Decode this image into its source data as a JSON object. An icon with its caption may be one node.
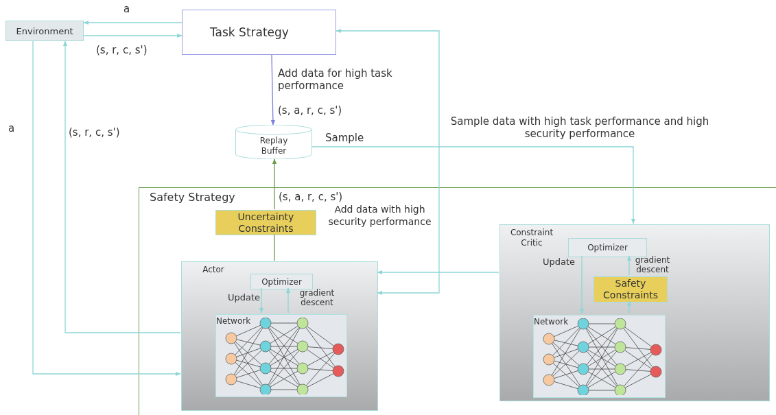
{
  "diagram": {
    "nodes": [
      {
        "text": [
          "Environment"
        ]
      },
      {
        "text": [
          "Task Strategy"
        ]
      },
      {
        "text": [
          "Replay Buffer"
        ]
      },
      {
        "text": [
          "Safety Strategy"
        ]
      },
      {
        "text": [
          "Uncertainty Constraints"
        ],
        "in": 3
      },
      {
        "text": [
          "Actor"
        ],
        "in": 3
      },
      {
        "text": [
          "Optimizer"
        ],
        "in": 5
      },
      {
        "text": [
          "Network"
        ],
        "in": 5
      },
      {
        "text": [
          "Constraint Critic"
        ],
        "in": 3
      },
      {
        "text": [
          "Optimizer"
        ],
        "in": 8
      },
      {
        "text": [
          "Safety Constraints"
        ],
        "in": 8
      },
      {
        "text": [
          "Network"
        ],
        "in": 8
      }
    ],
    "edges": [
      {
        "from": 1,
        "to": 0,
        "arrow": "to",
        "label": "a"
      },
      {
        "from": 0,
        "to": 1,
        "arrow": "to",
        "label": "(s, r, c, s')"
      },
      {
        "from": 1,
        "to": 2,
        "arrow": "to",
        "label": "Add data for high task performance",
        "color": "#7b7fdd"
      },
      {
        "from": 0,
        "to": 5,
        "arrow": "to",
        "label": "a"
      },
      {
        "from": 5,
        "to": 0,
        "arrow": "to",
        "label": "(s, r, c, s')"
      },
      {
        "from": 5,
        "to": 4,
        "arrow": "none",
        "color": "#6a9a4a"
      },
      {
        "from": 4,
        "to": 2,
        "arrow": "to",
        "label": "(s, a, r, c, s')",
        "color": "#6a9a4a"
      },
      {
        "from": 2,
        "to": 8,
        "arrow": "to",
        "label": "Sample"
      },
      {
        "from": 8,
        "to": 5,
        "arrow": "to"
      },
      {
        "from": 1,
        "to": 5,
        "arrow": "both"
      },
      {
        "from": 6,
        "to": 7,
        "arrow": "to",
        "label": "Update"
      },
      {
        "from": 7,
        "to": 6,
        "arrow": "to",
        "label": "gradient descent"
      },
      {
        "from": 9,
        "to": 11,
        "arrow": "to",
        "label": "Update"
      },
      {
        "from": 10,
        "to": 9,
        "arrow": "to",
        "label": "gradient descent"
      },
      {
        "from": 11,
        "to": 10,
        "arrow": "to"
      }
    ],
    "labels": [
      "(s, a, r, c, s')",
      "Sample data with high task performance and high security performance",
      "Add data with high security performance"
    ]
  }
}
